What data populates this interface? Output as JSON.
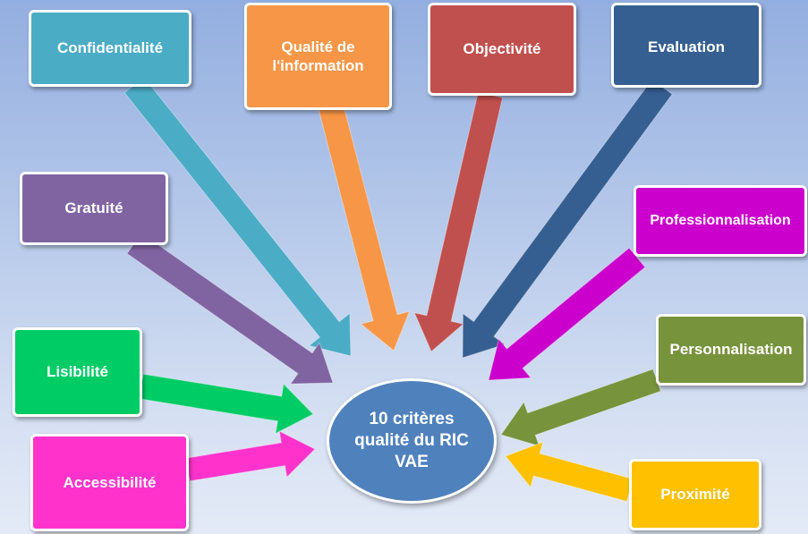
{
  "center": {
    "label": "10 critères qualité du RIC VAE",
    "color": "#4f81bd"
  },
  "criteria": [
    {
      "id": "confidentialite",
      "label": "Confidentialité",
      "color": "#4bacc6"
    },
    {
      "id": "qualite",
      "label": "Qualité de l'information",
      "color": "#f79646"
    },
    {
      "id": "objectivite",
      "label": "Objectivité",
      "color": "#c0504d"
    },
    {
      "id": "evaluation",
      "label": "Evaluation",
      "color": "#365f91"
    },
    {
      "id": "gratuite",
      "label": "Gratuité",
      "color": "#8064a2"
    },
    {
      "id": "professionnalisation",
      "label": "Professionnalisation",
      "color": "#cc00cc"
    },
    {
      "id": "lisibilite",
      "label": "Lisibilité",
      "color": "#00cc66"
    },
    {
      "id": "personnalisation",
      "label": "Personnalisation",
      "color": "#77933c"
    },
    {
      "id": "accessibilite",
      "label": "Accessibilité",
      "color": "#ff33cc"
    },
    {
      "id": "proximite",
      "label": "Proximité",
      "color": "#ffc000"
    }
  ]
}
